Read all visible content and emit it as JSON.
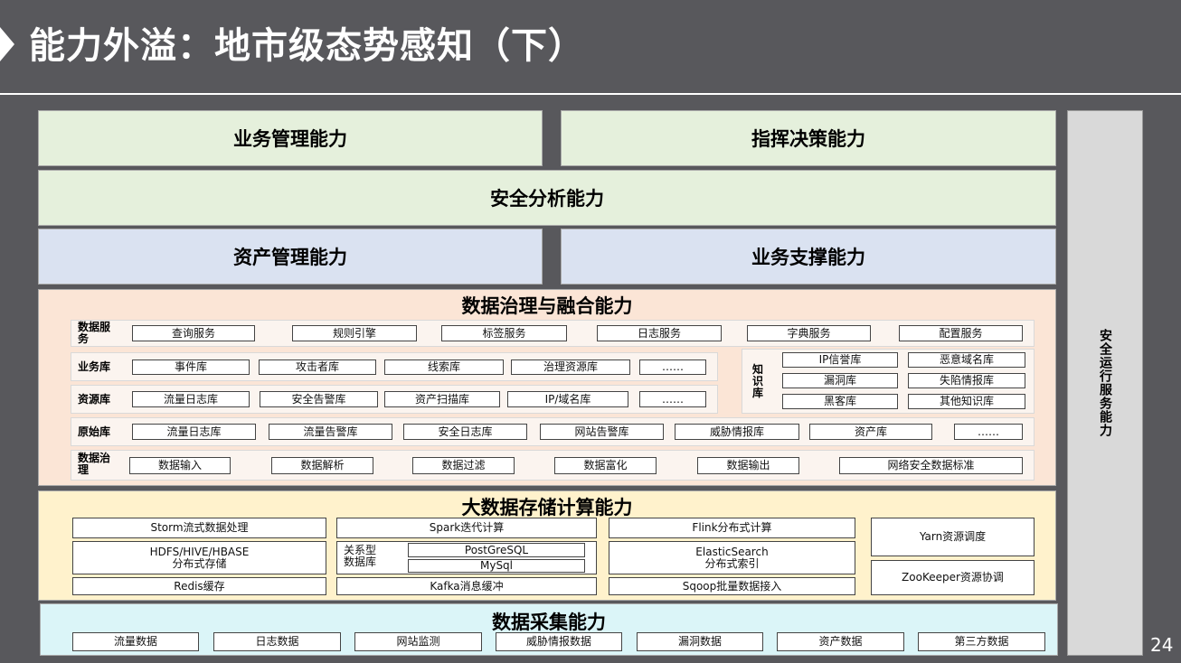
{
  "title": "能力外溢：地市级态势感知（下）",
  "page_number": "24",
  "side_column": "安全运行服务能力",
  "top": {
    "business_mgmt": "业务管理能力",
    "command_decision": "指挥决策能力",
    "security_analysis": "安全分析能力",
    "asset_mgmt": "资产管理能力",
    "business_support": "业务支撑能力"
  },
  "governance": {
    "title": "数据治理与融合能力",
    "service_label": "数据服务",
    "services": [
      "查询服务",
      "规则引擎",
      "标签服务",
      "日志服务",
      "字典服务",
      "配置服务"
    ],
    "business_label": "业务库",
    "business_items": [
      "事件库",
      "攻击者库",
      "线索库",
      "治理资源库",
      "……"
    ],
    "resource_label": "资源库",
    "resource_items": [
      "流量日志库",
      "安全告警库",
      "资产扫描库",
      "IP/域名库",
      "……"
    ],
    "knowledge_label": "知识库",
    "knowledge_items": [
      "IP信誉库",
      "恶意域名库",
      "漏洞库",
      "失陷情报库",
      "黑客库",
      "其他知识库"
    ],
    "raw_label": "原始库",
    "raw_items": [
      "流量日志库",
      "流量告警库",
      "安全日志库",
      "网站告警库",
      "威胁情报库",
      "资产库",
      "……"
    ],
    "process_label": "数据治理",
    "process_items": [
      "数据输入",
      "数据解析",
      "数据过滤",
      "数据富化",
      "数据输出",
      "网络安全数据标准"
    ]
  },
  "bigdata": {
    "title": "大数据存储计算能力",
    "storm": "Storm流式数据处理",
    "spark": "Spark迭代计算",
    "flink": "Flink分布式计算",
    "yarn": "Yarn资源调度",
    "hdfs_line1": "HDFS/HIVE/HBASE",
    "hdfs_line2": "分布式存储",
    "relational_line1": "关系型",
    "relational_line2": "数据库",
    "postgres": "PostGreSQL",
    "mysql": "MySql",
    "es_line1": "ElasticSearch",
    "es_line2": "分布式索引",
    "zookeeper": "ZooKeeper资源协调",
    "redis": "Redis缓存",
    "kafka": "Kafka消息缓冲",
    "sqoop": "Sqoop批量数据接入"
  },
  "collection": {
    "title": "数据采集能力",
    "items": [
      "流量数据",
      "日志数据",
      "网站监测",
      "威胁情报数据",
      "漏洞数据",
      "资产数据",
      "第三方数据"
    ]
  }
}
